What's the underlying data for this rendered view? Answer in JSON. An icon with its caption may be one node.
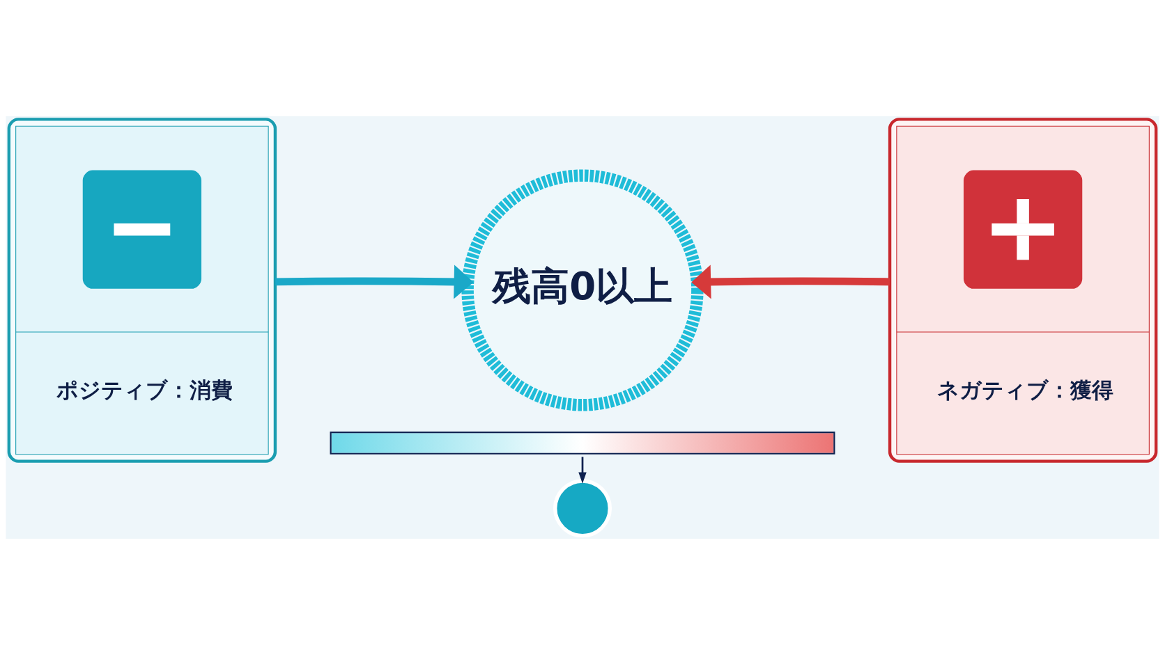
{
  "diagram": {
    "nodes": [
      {
        "text": [
          "ポジティブ：消費"
        ]
      },
      {
        "text": [
          "残高0以上"
        ]
      },
      {
        "text": [
          "ネガティブ：獲得"
        ]
      },
      {
        "text": [],
        "shape": "bar"
      },
      {
        "text": [],
        "shape": "circle"
      }
    ],
    "edges": [
      {
        "from": 0,
        "to": 1,
        "arrow": "to",
        "color": "#1aa8c8"
      },
      {
        "from": 2,
        "to": 1,
        "arrow": "to",
        "color": "#d63a3a"
      },
      {
        "from": 3,
        "to": 4,
        "arrow": "to",
        "color": "#0f2250"
      }
    ]
  }
}
